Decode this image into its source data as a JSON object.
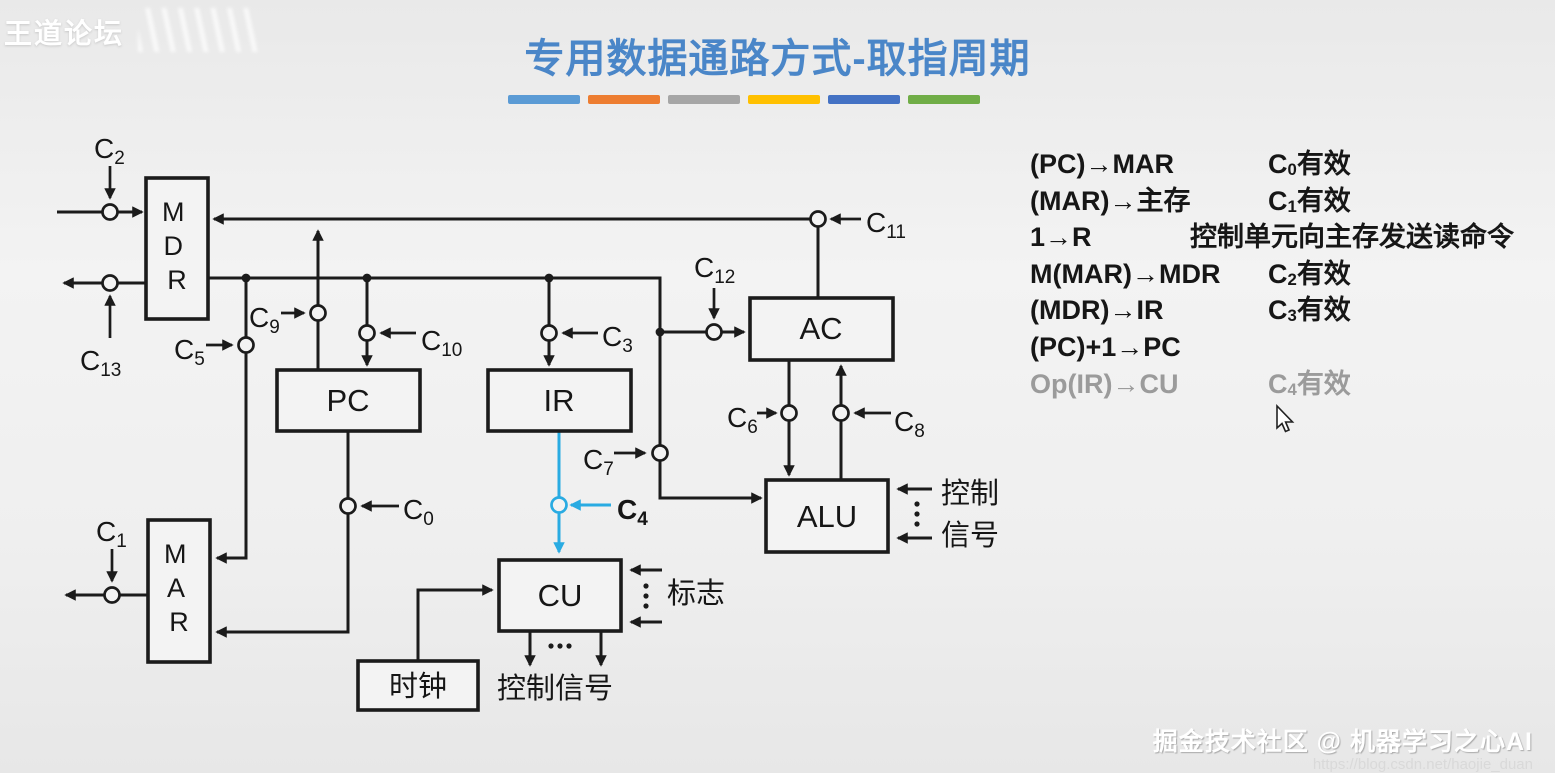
{
  "colors": {
    "accent": "#29abe2",
    "title_blue": "#4a86c8",
    "line": "#1b1b1b",
    "muted_text": "#9b9b9b",
    "bar_colors": [
      "#5b9bd5",
      "#ed7d31",
      "#a6a6a6",
      "#ffc000",
      "#4472c4",
      "#70ad47"
    ]
  },
  "header": {
    "watermark": "王道论坛",
    "title": "专用数据通路方式-取指周期"
  },
  "diagram": {
    "boxes": {
      "mdr": [
        "M",
        "D",
        "R"
      ],
      "mar": [
        "M",
        "A",
        "R"
      ],
      "pc": "PC",
      "ir": "IR",
      "ac": "AC",
      "alu": "ALU",
      "cu": "CU",
      "clock": "时钟"
    },
    "texts": {
      "alu_ctrl_line1": "控制",
      "alu_ctrl_line2": "信号",
      "flags": "标志",
      "cu_outputs": "控制信号"
    },
    "valves": {
      "c0": {
        "base": "C",
        "sub": "0"
      },
      "c1": {
        "base": "C",
        "sub": "1"
      },
      "c2": {
        "base": "C",
        "sub": "2"
      },
      "c3": {
        "base": "C",
        "sub": "3"
      },
      "c4": {
        "base": "C",
        "sub": "4"
      },
      "c5": {
        "base": "C",
        "sub": "5"
      },
      "c6": {
        "base": "C",
        "sub": "6"
      },
      "c7": {
        "base": "C",
        "sub": "7"
      },
      "c8": {
        "base": "C",
        "sub": "8"
      },
      "c9": {
        "base": "C",
        "sub": "9"
      },
      "c10": {
        "base": "C",
        "sub": "10"
      },
      "c11": {
        "base": "C",
        "sub": "11"
      },
      "c12": {
        "base": "C",
        "sub": "12"
      },
      "c13": {
        "base": "C",
        "sub": "13"
      }
    }
  },
  "steps": [
    {
      "expr": "(PC)→MAR",
      "nc": "C",
      "nsub": "0",
      "ntext": "有效",
      "state": "normal"
    },
    {
      "expr": "(MAR)→主存",
      "nc": "C",
      "nsub": "1",
      "ntext": "有效",
      "state": "normal"
    },
    {
      "expr": "1→R",
      "nc": "",
      "nsub": "",
      "ntext": "控制单元向主存发送读命令",
      "state": "normal"
    },
    {
      "expr": "M(MAR)→MDR",
      "nc": "C",
      "nsub": "2",
      "ntext": "有效",
      "state": "normal"
    },
    {
      "expr": "(MDR)→IR",
      "nc": "C",
      "nsub": "3",
      "ntext": "有效",
      "state": "normal"
    },
    {
      "expr": "(PC)+1→PC",
      "nc": "",
      "nsub": "",
      "ntext": "",
      "state": "normal"
    },
    {
      "expr": "Op(IR)→CU",
      "nc": "C",
      "nsub": "4",
      "ntext": "有效",
      "state": "muted"
    }
  ],
  "footer": {
    "community": "掘金技术社区 @ 机器学习之心AI",
    "url": "https://blog.csdn.net/haojie_duan"
  }
}
